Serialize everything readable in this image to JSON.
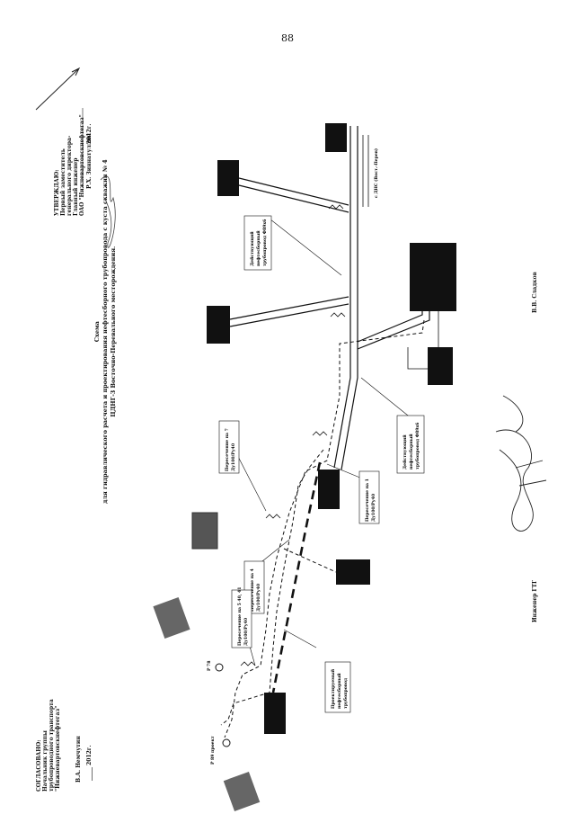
{
  "page_number": "88",
  "approval_block": {
    "title": "УТВЕРЖДАЮ:",
    "lines": [
      "Первый заместитель",
      "генерального директора-",
      "Главный инженер",
      "ОАО \"Нижневартовскнефтегаз\""
    ],
    "signer": "Р.Х. Зиннатуллин",
    "year": "2012г."
  },
  "agreement_block": {
    "title": "СОГЛАСОВАНО:",
    "lines": [
      "Начальник группы",
      "трубопроводного транспорта",
      "\"Нижневартовскнефтегаз\""
    ],
    "signer": "В.А. Немчутин",
    "date": "_____ 2012г."
  },
  "title_block": {
    "line1": "Схема",
    "line2": "для гидравлического расчета и проектирования нефтесборного трубопровода с куста скважин № 4",
    "line3": "ЦДНГ-3 Восточно-Перевального месторождения."
  },
  "scheme_labels": {
    "existing_pipeline_top": [
      "Действующий",
      "нефтесборный",
      "трубопровод Ф89x6"
    ],
    "existing_pipeline_bottom": [
      "Действующий",
      "нефтесборный",
      "трубопровод Ф89x6"
    ],
    "projected_pipeline": [
      "Проектируемый",
      "нефтесборный",
      "трубопровод"
    ],
    "crossing_1": [
      "Пересечение на 1",
      "Ду100/Ру40"
    ],
    "crossing_2": [
      "Пересечение на 4",
      "Ду100/Ру40"
    ],
    "crossing_3": [
      "Пересечение на 7",
      "Ду100/Ру40"
    ],
    "crossing_4": [
      "Пересечение на 5 40, 41",
      "Ду100/Ру40"
    ],
    "node_r78": "Р 78",
    "node_r89": "Р 89 проект",
    "to_dns": "с ДНС (Вост.-Перев)"
  },
  "signatures": {
    "right": "В.В. Сладков",
    "left": "Инженер ГТГ"
  }
}
